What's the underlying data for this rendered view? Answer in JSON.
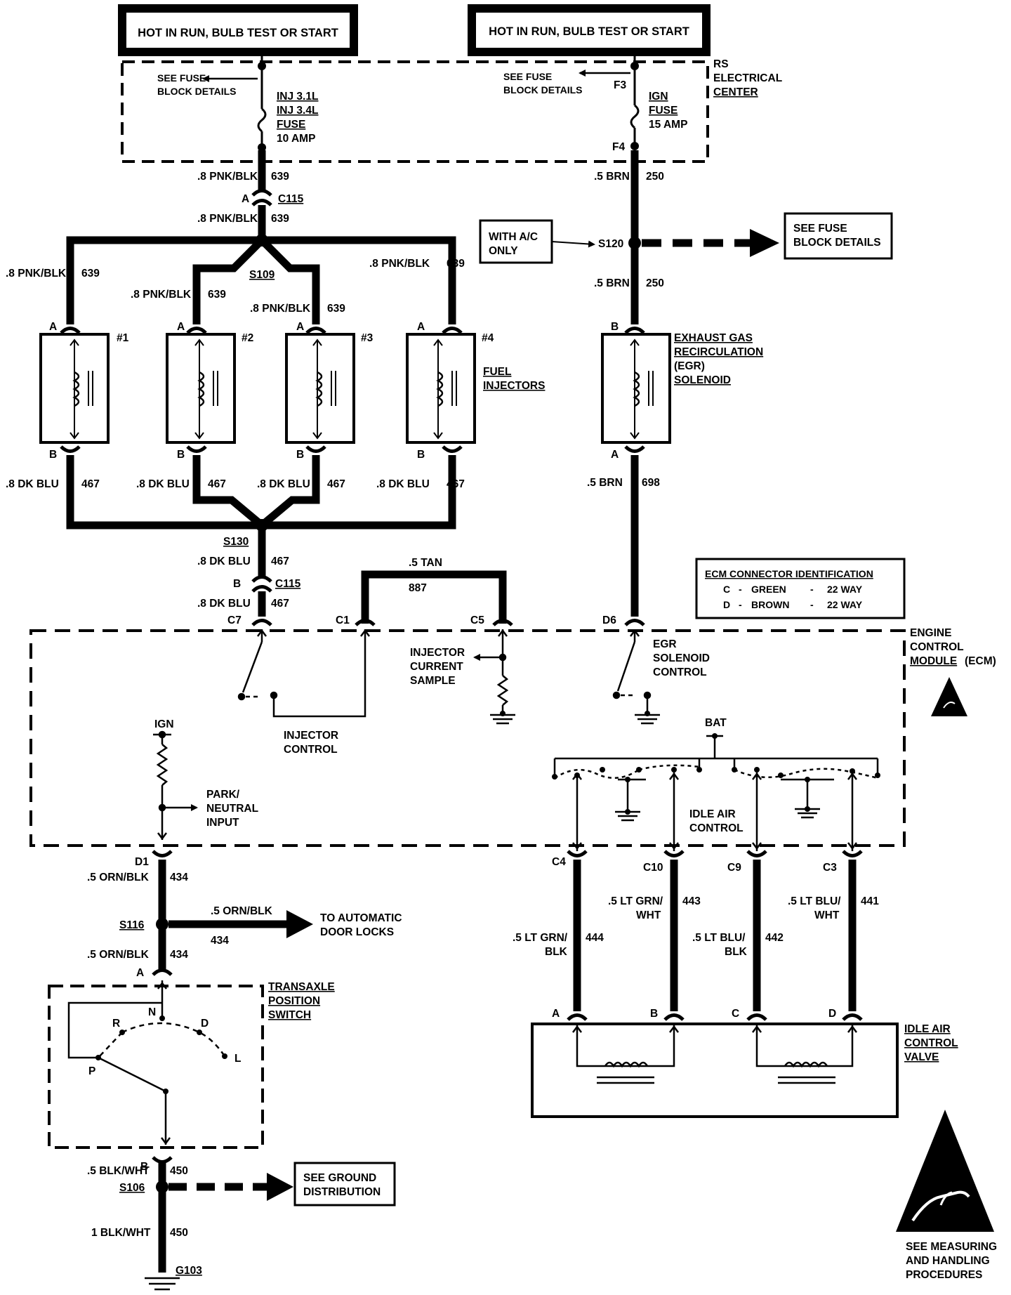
{
  "diagram": {
    "power": {
      "left_box": "HOT IN RUN, BULB TEST OR START",
      "right_box": "HOT IN RUN, BULB TEST OR START",
      "rs_center": [
        "RS",
        "ELECTRICAL",
        "CENTER"
      ],
      "see_fuse_left": [
        "SEE FUSE",
        "BLOCK DETAILS"
      ],
      "see_fuse_right": [
        "SEE FUSE",
        "BLOCK DETAILS"
      ],
      "inj_fuse": [
        "INJ 3.1L",
        "INJ 3.4L",
        "FUSE",
        "10 AMP"
      ],
      "ign_fuse": [
        "IGN",
        "FUSE",
        "15 AMP"
      ],
      "f3": "F3",
      "f4": "F4"
    },
    "wires": {
      "pnk_blk": ".8 PNK/BLK",
      "c639": "639",
      "dk_blu": ".8 DK BLU",
      "c467": "467",
      "brn": ".5 BRN",
      "c250": "250",
      "c698": "698",
      "tan": ".5 TAN",
      "c887": "887",
      "orn_blk": ".5 ORN/BLK",
      "c434": "434",
      "blk_wht_5": ".5 BLK/WHT",
      "blk_wht_1": "1 BLK/WHT",
      "c450": "450",
      "lt_grn_blk": [
        ".5 LT GRN/",
        "BLK"
      ],
      "c444": "444",
      "lt_grn_wht": [
        ".5 LT GRN/",
        "WHT"
      ],
      "c443": "443",
      "lt_blu_blk": [
        ".5 LT BLU/",
        "BLK"
      ],
      "c442": "442",
      "lt_blu_wht": [
        ".5 LT BLU/",
        "WHT"
      ],
      "c441": "441"
    },
    "connectors": {
      "c115": "C115",
      "a": "A",
      "b": "B",
      "c": "C",
      "d": "D",
      "c7": "C7",
      "c1": "C1",
      "c5": "C5",
      "d6": "D6",
      "d1": "D1",
      "c4": "C4",
      "c10": "C10",
      "c9": "C9",
      "c3": "C3"
    },
    "splices": {
      "s109": "S109",
      "s130": "S130",
      "s120": "S120",
      "s116": "S116",
      "s106": "S106",
      "g103": "G103"
    },
    "components": {
      "injector_numbers": [
        "#1",
        "#2",
        "#3",
        "#4"
      ],
      "fuel_injectors": [
        "FUEL",
        "INJECTORS"
      ],
      "egr": [
        "EXHAUST GAS",
        "RECIRCULATION",
        "(EGR)",
        "SOLENOID"
      ],
      "with_ac": [
        "WITH A/C",
        "ONLY"
      ],
      "ecm_id_title": "ECM CONNECTOR IDENTIFICATION",
      "ecm_id_rows": [
        [
          "C",
          "-",
          "GREEN",
          "-",
          "22 WAY"
        ],
        [
          "D",
          "-",
          "BROWN",
          "-",
          "22 WAY"
        ]
      ],
      "ecm": [
        "ENGINE",
        "CONTROL",
        "MODULE",
        "(ECM)"
      ],
      "injector_current": [
        "INJECTOR",
        "CURRENT",
        "SAMPLE"
      ],
      "injector_control": [
        "INJECTOR",
        "CONTROL"
      ],
      "egr_control": [
        "EGR",
        "SOLENOID",
        "CONTROL"
      ],
      "ign": "IGN",
      "bat": "BAT",
      "park_neutral": [
        "PARK/",
        "NEUTRAL",
        "INPUT"
      ],
      "iac_control": [
        "IDLE AIR",
        "CONTROL"
      ],
      "auto_locks": [
        "TO AUTOMATIC",
        "DOOR LOCKS"
      ],
      "tps": [
        "TRANSAXLE",
        "POSITION",
        "SWITCH"
      ],
      "gear_positions": [
        "N",
        "R",
        "D",
        "P",
        "L"
      ],
      "see_ground": [
        "SEE GROUND",
        "DISTRIBUTION"
      ],
      "iac_valve": [
        "IDLE AIR",
        "CONTROL",
        "VALVE"
      ],
      "see_measuring": [
        "SEE MEASURING",
        "AND HANDLING",
        "PROCEDURES"
      ]
    }
  }
}
